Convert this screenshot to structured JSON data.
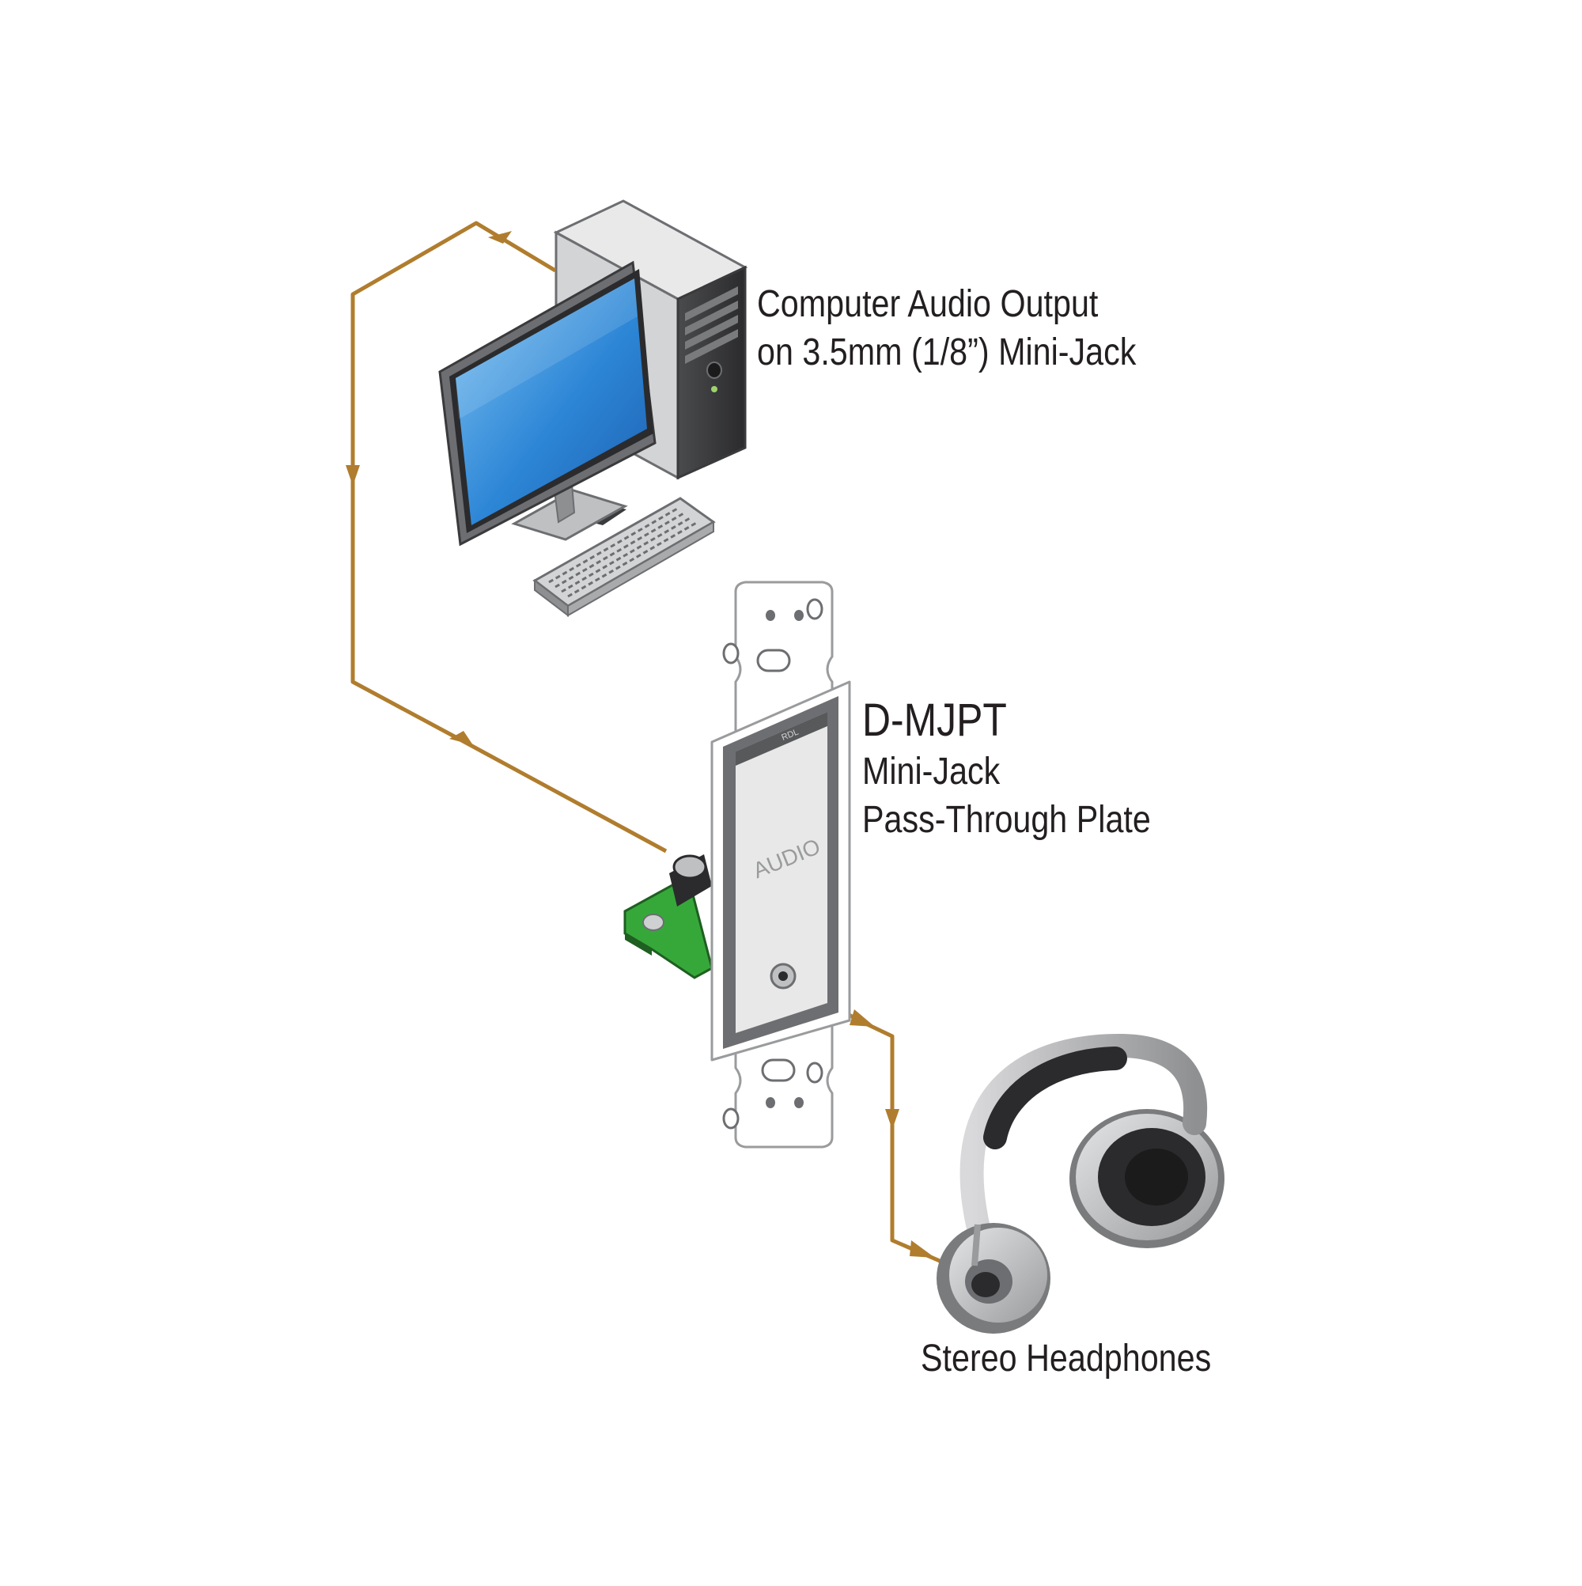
{
  "diagram": {
    "computer": {
      "caption_line1": "Computer Audio Output",
      "caption_line2": "on 3.5mm (1/8”) Mini-Jack"
    },
    "plate": {
      "model": "D-MJPT",
      "desc_line1": "Mini-Jack",
      "desc_line2": "Pass-Through Plate",
      "face_label": "AUDIO",
      "logo": "RDL"
    },
    "headphones": {
      "caption": "Stereo Headphones"
    },
    "colors": {
      "cable": "#b07d2e",
      "screen": "#2f8fd8",
      "pcb": "#36a83a",
      "plate_border": "#6d6e71"
    }
  }
}
